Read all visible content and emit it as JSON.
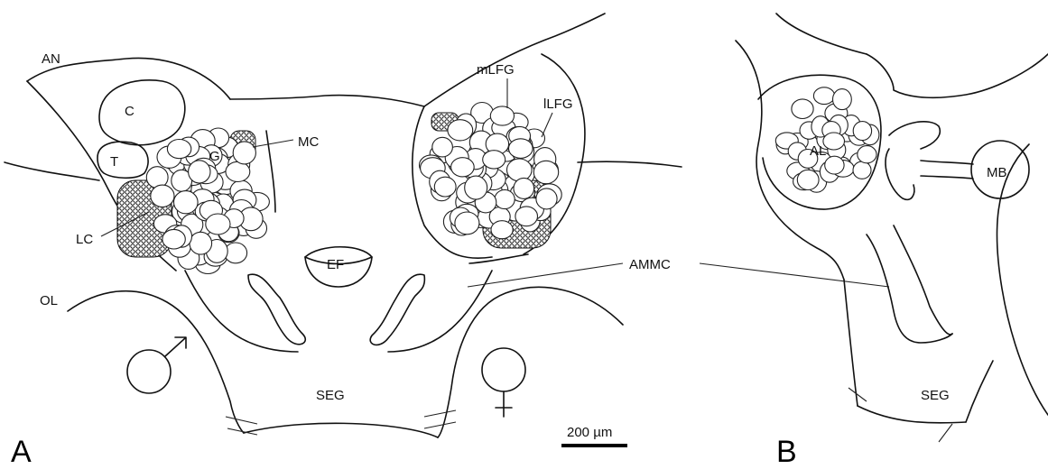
{
  "panel_labels": {
    "a": "A",
    "b": "B"
  },
  "labels": {
    "an": "AN",
    "ol": "OL",
    "c": "C",
    "t": "T",
    "g": "G",
    "mc": "MC",
    "lc": "LC",
    "ef": "EF",
    "seg_a": "SEG",
    "mlfg": "mLFG",
    "llfg": "lLFG",
    "ammc": "AMMC",
    "al": "AL",
    "mb": "MB",
    "seg_b": "SEG"
  },
  "symbols": {
    "male": "male-symbol",
    "female": "female-symbol"
  },
  "scale_bar": {
    "label": "200 µm"
  },
  "colors": {
    "ink": "#111111",
    "background": "#ffffff"
  }
}
